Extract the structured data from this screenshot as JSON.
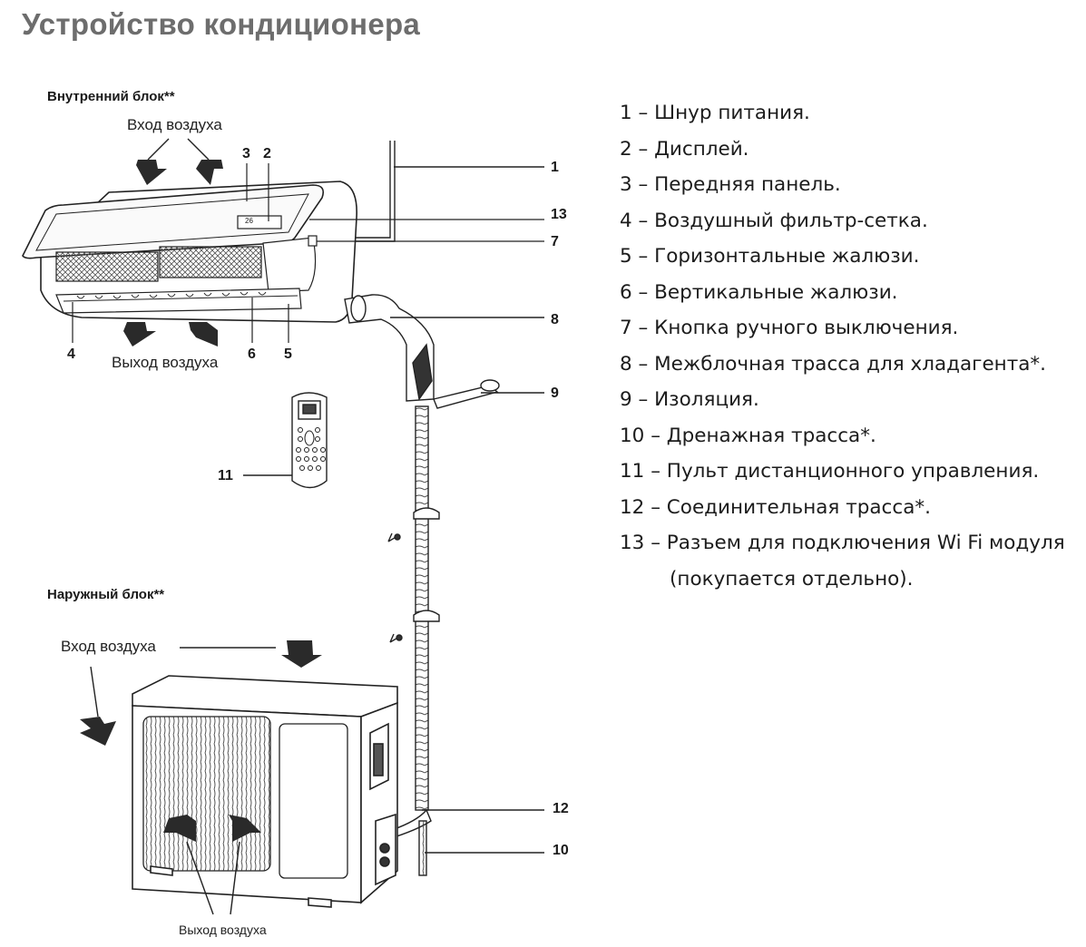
{
  "title": "Устройство кондиционера",
  "indoor": {
    "heading": "Внутренний блок**",
    "air_in": "Вход воздуха",
    "air_out": "Выход воздуха",
    "display_temp": "26"
  },
  "outdoor": {
    "heading": "Наружный блок**",
    "air_in": "Вход воздуха",
    "air_out": "Выход воздуха"
  },
  "callouts": [
    "1",
    "2",
    "3",
    "4",
    "5",
    "6",
    "7",
    "8",
    "9",
    "10",
    "11",
    "12",
    "13"
  ],
  "legend": [
    "1 – Шнур питания.",
    "2 – Дисплей.",
    "3 – Передняя панель.",
    "4 – Воздушный фильтр-сетка.",
    "5 – Горизонтальные жалюзи.",
    "6 – Вертикальные жалюзи.",
    "7 – Кнопка ручного выключения.",
    "8 – Межблочная трасса для хладагента*.",
    "9 – Изоляция.",
    "10 – Дренажная трасса*.",
    "11 – Пульт дистанционного управления.",
    "12 – Соединительная трасса*.",
    "13 – Разъем для подключения Wi Fi модуля"
  ],
  "legend_cont": "(покупается отдельно)."
}
